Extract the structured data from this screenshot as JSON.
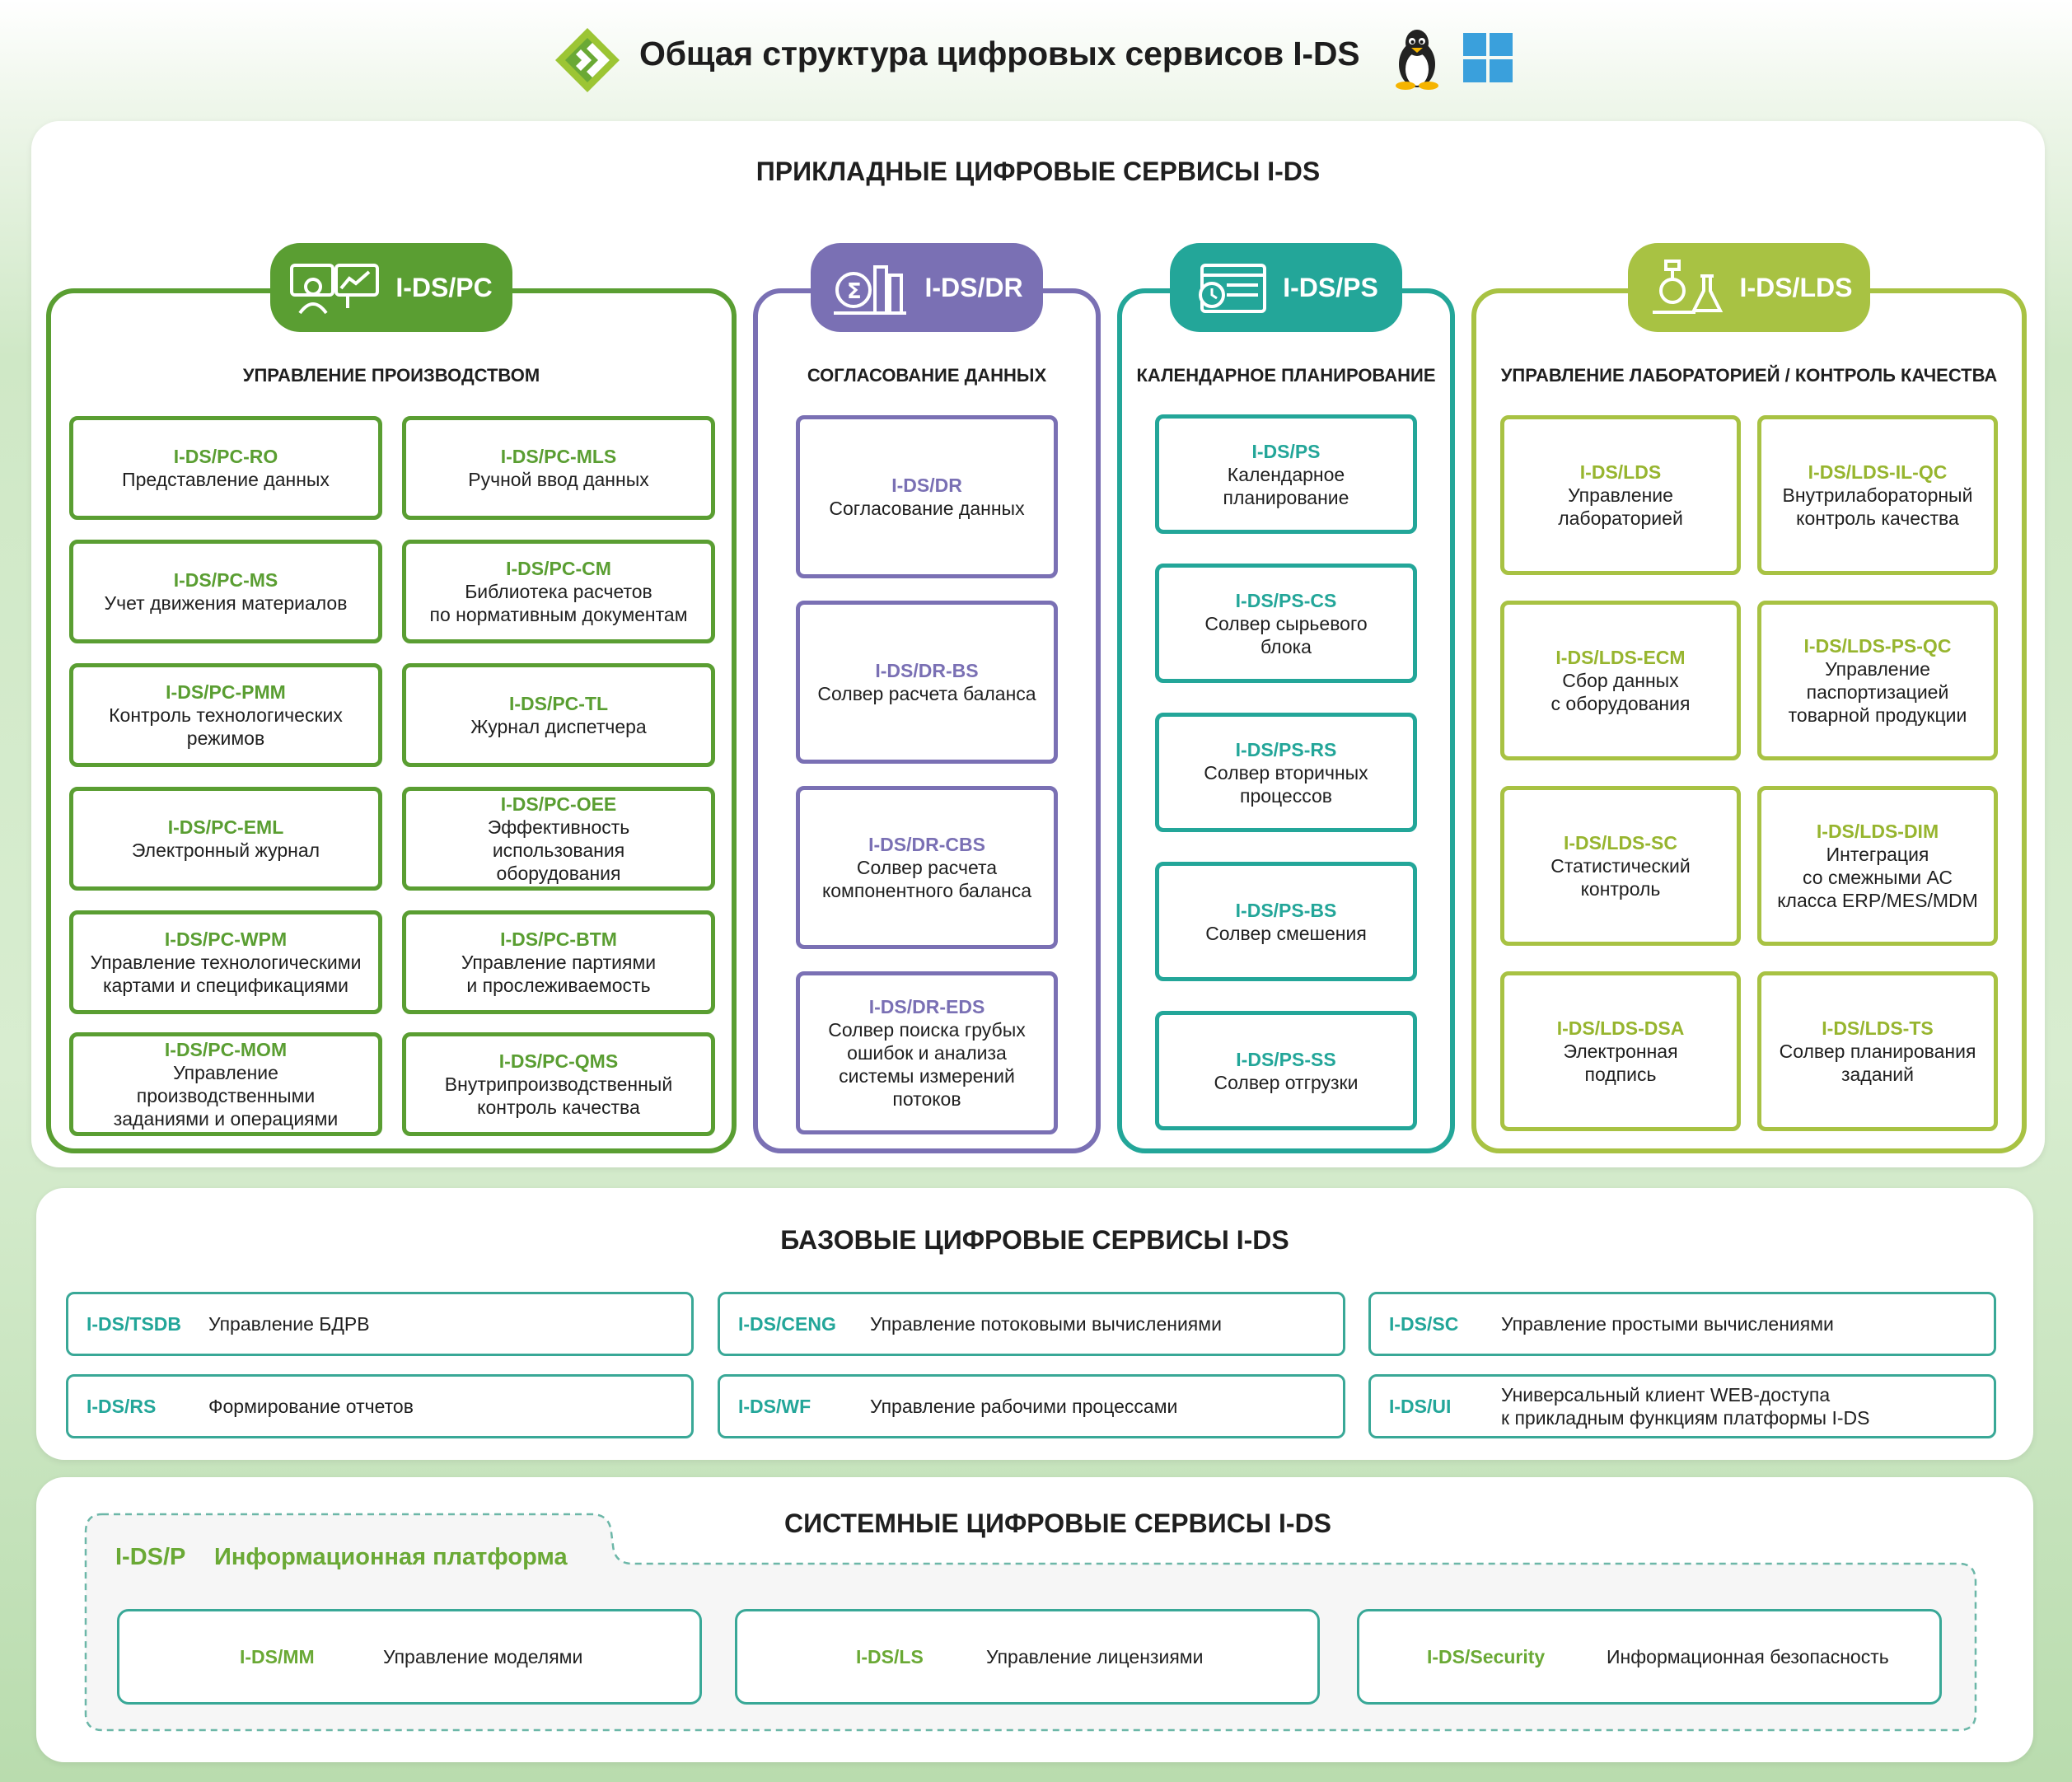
{
  "header": {
    "title": "Общая структура цифровых сервисов I-DS",
    "icons": [
      "ids-logo-icon",
      "linux-tux-icon",
      "windows-icon"
    ]
  },
  "applied": {
    "title": "ПРИКЛАДНЫЕ ЦИФРОВЫЕ СЕРВИСЫ I-DS",
    "pc": {
      "badge": "I-DS/PC",
      "subtitle": "УПРАВЛЕНИЕ ПРОИЗВОДСТВОМ",
      "items": [
        {
          "code": "I-DS/PC-RO",
          "desc": "Представление данных"
        },
        {
          "code": "I-DS/PC-MLS",
          "desc": "Ручной ввод данных"
        },
        {
          "code": "I-DS/PC-MS",
          "desc": "Учет движения материалов"
        },
        {
          "code": "I-DS/PC-CM",
          "desc": "Библиотека расчетов\nпо нормативным документам"
        },
        {
          "code": "I-DS/PC-PMM",
          "desc": "Контроль технологических\nрежимов"
        },
        {
          "code": "I-DS/PC-TL",
          "desc": "Журнал диспетчера"
        },
        {
          "code": "I-DS/PC-EML",
          "desc": "Электронный журнал"
        },
        {
          "code": "I-DS/PC-OEE",
          "desc": "Эффективность\nиспользования\nоборудования"
        },
        {
          "code": "I-DS/PC-WPM",
          "desc": "Управление технологическими\nкартами и спецификациями"
        },
        {
          "code": "I-DS/PC-BTM",
          "desc": "Управление партиями\nи прослеживаемость"
        },
        {
          "code": "I-DS/PC-MOM",
          "desc": "Управление\nпроизводственными\nзаданиями и операциями"
        },
        {
          "code": "I-DS/PC-QMS",
          "desc": "Внутрипроизводственный\nконтроль качества"
        }
      ]
    },
    "dr": {
      "badge": "I-DS/DR",
      "subtitle": "СОГЛАСОВАНИЕ ДАННЫХ",
      "items": [
        {
          "code": "I-DS/DR",
          "desc": "Согласование данных"
        },
        {
          "code": "I-DS/DR-BS",
          "desc": "Солвер расчета баланса"
        },
        {
          "code": "I-DS/DR-CBS",
          "desc": "Солвер расчета\nкомпонентного баланса"
        },
        {
          "code": "I-DS/DR-EDS",
          "desc": "Солвер поиска грубых\nошибок и анализа\nсистемы измерений\nпотоков"
        }
      ]
    },
    "ps": {
      "badge": "I-DS/PS",
      "subtitle": "КАЛЕНДАРНОЕ ПЛАНИРОВАНИЕ",
      "items": [
        {
          "code": "I-DS/PS",
          "desc": "Календарное\nпланирование"
        },
        {
          "code": "I-DS/PS-CS",
          "desc": "Солвер сырьевого\nблока"
        },
        {
          "code": "I-DS/PS-RS",
          "desc": "Солвер вторичных\nпроцессов"
        },
        {
          "code": "I-DS/PS-BS",
          "desc": "Солвер смешения"
        },
        {
          "code": "I-DS/PS-SS",
          "desc": "Солвер отгрузки"
        }
      ]
    },
    "lds": {
      "badge": "I-DS/LDS",
      "subtitle": "УПРАВЛЕНИЕ ЛАБОРАТОРИЕЙ / КОНТРОЛЬ КАЧЕСТВА",
      "items": [
        {
          "code": "I-DS/LDS",
          "desc": "Управление\nлабораторией"
        },
        {
          "code": "I-DS/LDS-IL-QC",
          "desc": "Внутрилабораторный\nконтроль качества"
        },
        {
          "code": "I-DS/LDS-ECM",
          "desc": "Сбор данных\nс оборудования"
        },
        {
          "code": "I-DS/LDS-PS-QC",
          "desc": "Управление\nпаспортизацией\nтоварной продукции"
        },
        {
          "code": "I-DS/LDS-SC",
          "desc": "Статистический\nконтроль"
        },
        {
          "code": "I-DS/LDS-DIM",
          "desc": "Интеграция\nсо смежными АС\nкласса ERP/MES/MDM"
        },
        {
          "code": "I-DS/LDS-DSA",
          "desc": "Электронная\nподпись"
        },
        {
          "code": "I-DS/LDS-TS",
          "desc": "Солвер планирования\nзаданий"
        }
      ]
    }
  },
  "base": {
    "title": "БАЗОВЫЕ ЦИФРОВЫЕ СЕРВИСЫ I-DS",
    "items": [
      {
        "code": "I-DS/TSDB",
        "desc": "Управление БДРВ"
      },
      {
        "code": "I-DS/CENG",
        "desc": "Управление потоковыми вычислениями"
      },
      {
        "code": "I-DS/SC",
        "desc": "Управление простыми вычислениями"
      },
      {
        "code": "I-DS/RS",
        "desc": "Формирование отчетов"
      },
      {
        "code": "I-DS/WF",
        "desc": "Управление рабочими процессами"
      },
      {
        "code": "I-DS/UI",
        "desc": "Универсальный клиент WEB-доступа\nк прикладным функциям платформы I-DS"
      }
    ]
  },
  "system": {
    "title": "СИСТЕМНЫЕ ЦИФРОВЫЕ СЕРВИСЫ I-DS",
    "platform_code": "I-DS/P",
    "platform_name": "Информационная платформа",
    "items": [
      {
        "code": "I-DS/MM",
        "desc": "Управление моделями"
      },
      {
        "code": "I-DS/LS",
        "desc": "Управление лицензиями"
      },
      {
        "code": "I-DS/Security",
        "desc": "Информационная безопасность"
      }
    ]
  },
  "colors": {
    "pc": "#5a9e32",
    "dr": "#7a70b4",
    "ps": "#23a699",
    "lds": "#a8c243",
    "base_code": "#23a699",
    "system_code": "#6aa935"
  }
}
